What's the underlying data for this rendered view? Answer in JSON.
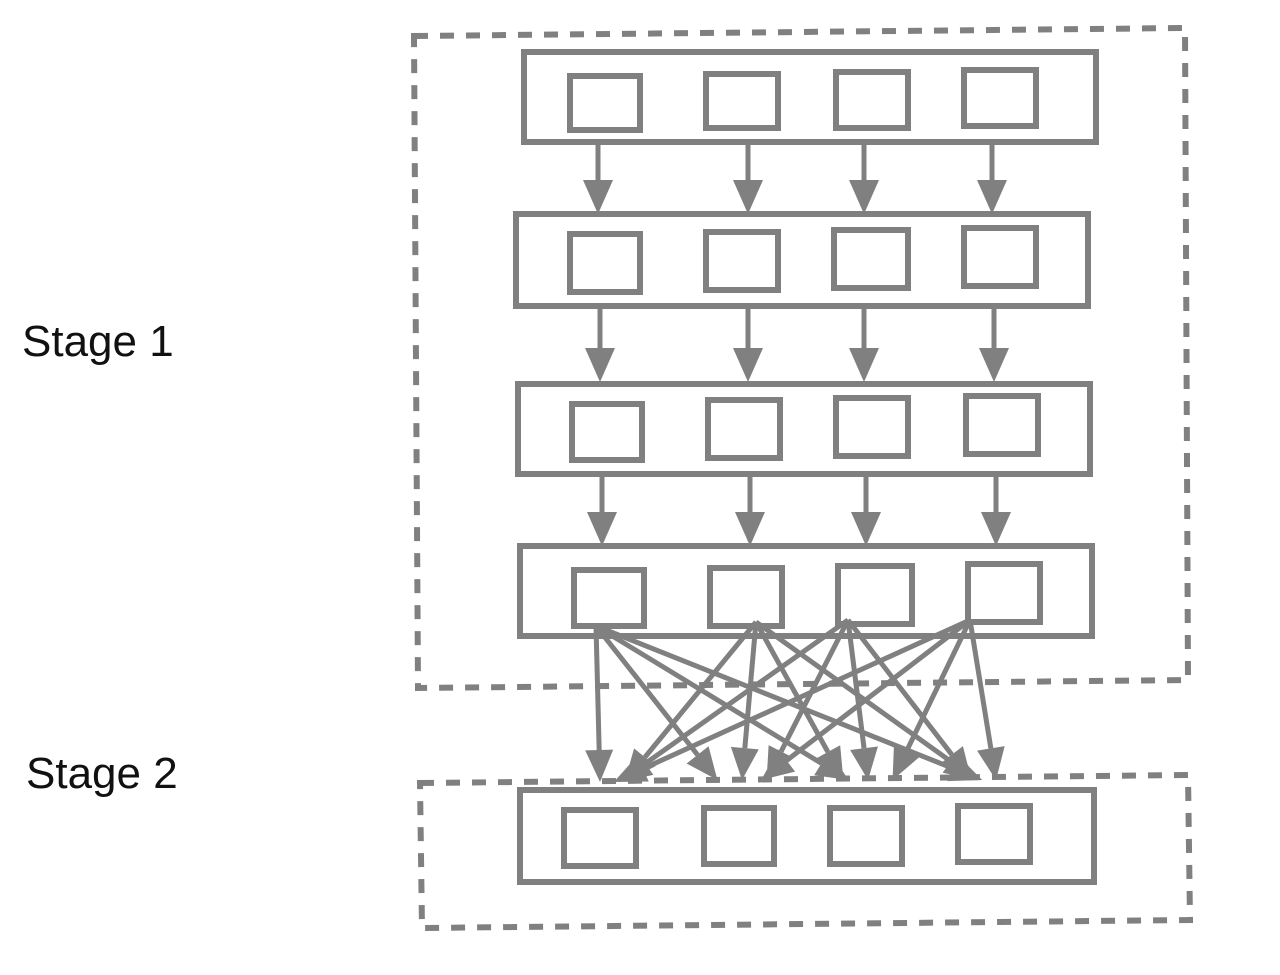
{
  "labels": {
    "stage1": "Stage 1",
    "stage2": "Stage 2"
  },
  "colors": {
    "stroke": "#808080",
    "text": "#111111",
    "background": "#ffffff"
  },
  "diagram": {
    "stage1": {
      "layer_count": 4,
      "nodes_per_layer": 4,
      "layer_connections": "one-to-one"
    },
    "stage2": {
      "layer_count": 1,
      "nodes_per_layer": 4
    },
    "stage_connection": "all-to-all"
  }
}
